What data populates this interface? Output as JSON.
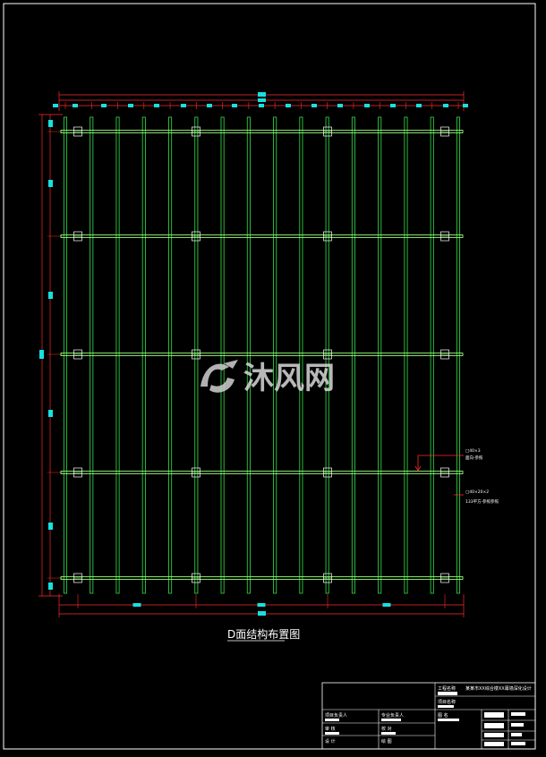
{
  "drawing": {
    "title": "D面结构布置图",
    "colors": {
      "background": "#000000",
      "frame": "#ffffff",
      "column": "#2ecc40",
      "beam": "#9cff7a",
      "dimension": "#ff2a2a",
      "dimension_tag": "#17e0e0",
      "connector": "#ffffff"
    },
    "grid": {
      "columns": 16,
      "beams": 5,
      "connectors_per_beam": 4
    }
  },
  "annotations": {
    "note1_line1": "□40×3",
    "note1_line2": "面向·参照",
    "note2_line1": "□40×20×2",
    "note2_line2": "133平方·参照参照"
  },
  "watermark": {
    "text": "沐风网",
    "logo_icon": "wm-logo-icon"
  },
  "title_block": {
    "project_name_label": "工程名称",
    "project_name_value": "某某市XX综合楼XX幕墙深化设计",
    "item_name_label": "项目名称",
    "designer_label": "项目负责人",
    "pro_leader_label": "专业负责人",
    "drawing_name_label": "图 名",
    "review_label": "审 核",
    "check_label": "校 对",
    "design_label": "设 计",
    "draw_label": "绘 图"
  }
}
